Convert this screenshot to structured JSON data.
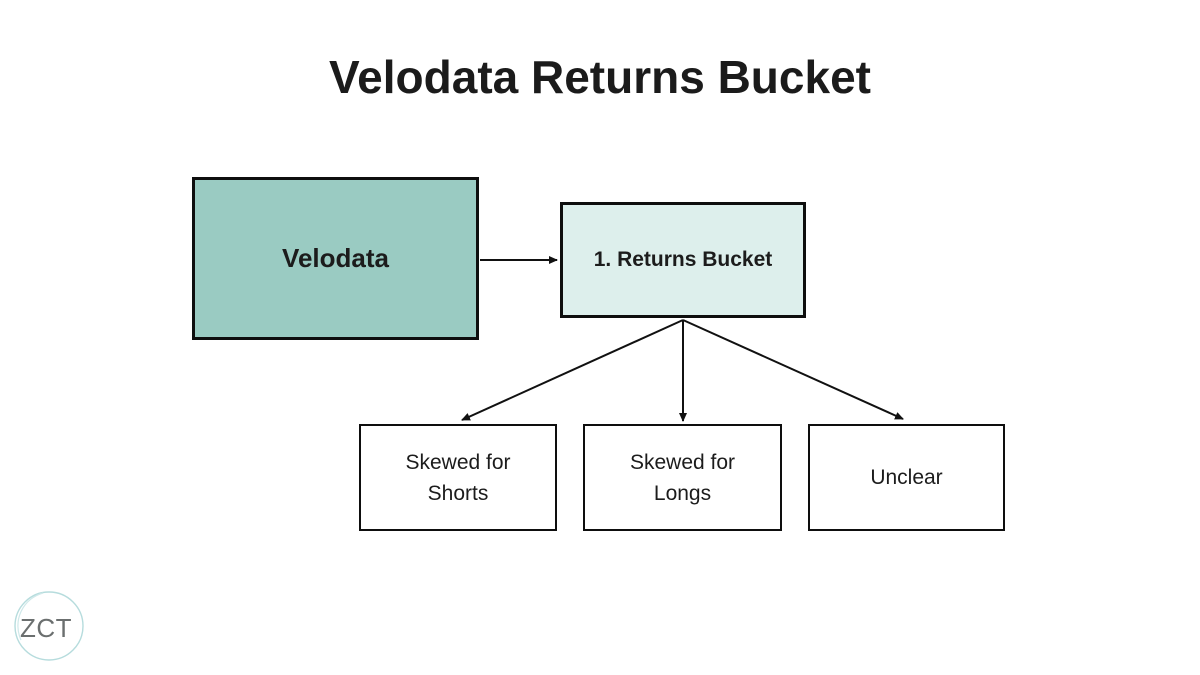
{
  "title": "Velodata Returns Bucket",
  "diagram": {
    "nodes": {
      "root": {
        "label": "Velodata"
      },
      "bucket": {
        "label": "1. Returns Bucket"
      },
      "child_shorts": {
        "label": "Skewed for Shorts"
      },
      "child_longs": {
        "label": "Skewed for Longs"
      },
      "child_unclear": {
        "label": "Unclear"
      }
    },
    "edges": [
      {
        "from": "root",
        "to": "bucket"
      },
      {
        "from": "bucket",
        "to": "child_shorts"
      },
      {
        "from": "bucket",
        "to": "child_longs"
      },
      {
        "from": "bucket",
        "to": "child_unclear"
      }
    ]
  },
  "logo": {
    "text": "ZCT"
  },
  "colors": {
    "background": "#ffffff",
    "root_fill": "#9acbc2",
    "bucket_fill": "#ddefec",
    "child_fill": "#ffffff",
    "node_border": "#0e0e0e",
    "arrow": "#111111",
    "title_text": "#1b1b1b",
    "logo_ring": "#b6dcdd",
    "logo_text": "#6b6f6f"
  }
}
